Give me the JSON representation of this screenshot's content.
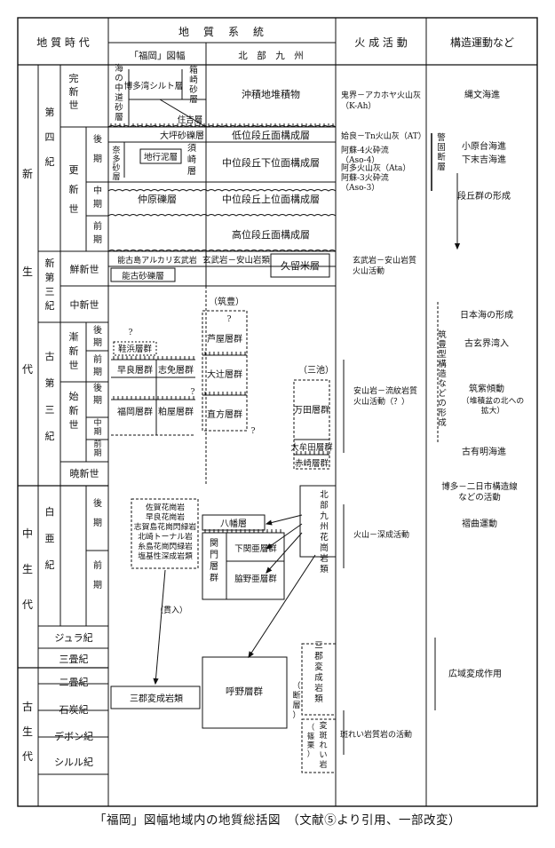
{
  "header": {
    "era_col": "地 質 時 代",
    "strat_col": "地　質　系　統",
    "fukuoka": "「福岡」図幅",
    "kitakyushu": "北　部　九　州",
    "igneous": "火 成 活 動",
    "tectonic": "構造運動など"
  },
  "eras": {
    "cenozoic": "新生代",
    "mesozoic": "中生代",
    "paleozoic": "古生代"
  },
  "periods": {
    "quaternary": "第四紀",
    "neogene": "新第三紀",
    "paleogene": "古第三紀",
    "cretaceous": "白亜紀",
    "jurassic": "ジュラ紀",
    "triassic": "三畳紀",
    "permian": "二畳紀",
    "carboniferous": "石炭紀",
    "devonian": "デボン紀",
    "silurian": "シルル紀"
  },
  "epochs": {
    "holocene": "完新世",
    "pleistocene": "更新世",
    "late": "後期",
    "middle": "中期",
    "early": "前期",
    "pliocene": "鮮新世",
    "miocene": "中新世",
    "oligocene": "漸新世",
    "eocene": "始新世",
    "paleocene": "暁新世"
  },
  "units": {
    "umi_naka": "海の中道砂層",
    "hakata_silt": "博多湾シルト層",
    "hakozaki": "箱崎砂層",
    "sumiyoshi": "住吉層",
    "oosaka_gravel": "大坪砂礫層",
    "nata": "奈多砂層",
    "chigyo": "地行泥層",
    "suzaki": "須崎層",
    "nakabaru": "仲原礫層",
    "alluvium": "沖積地堆積物",
    "low_terrace": "低位段丘面構成層",
    "mid_lower": "中位段丘下位面構成層",
    "mid_upper": "中位段丘上位面構成層",
    "high_terrace": "高位段丘面構成層",
    "nokonoshima_basalt": "能古島アルカリ玄武岩",
    "nokonoshima_gravel": "能古砂礫層",
    "genbu_andesite": "玄武岩－安山岩類",
    "kurume": "久留米層",
    "chikuho": "（筑豊）",
    "ashiya": "芦屋層群",
    "sasebo": "鞋浜層群",
    "sawara": "早良層群",
    "shime": "志免層群",
    "otsuji": "大辻層群",
    "fukuoka_g": "福岡層群",
    "kasuya": "粕屋層群",
    "nogata": "直方層群",
    "miike": "（三池）",
    "manda": "万田層群",
    "omuta": "大牟田層群",
    "akasaki": "赤崎層群",
    "granite_fuk": "佐賀花崗岩\n早良花崗岩\n志賀島花崗閃緑岩\n北崎トーナル岩\n糸島花崗閃緑岩\n塩基性深成岩類",
    "yahata": "八幡層",
    "kanmon": "関門層群",
    "shimonoseki": "下関亜層群",
    "wakino": "脇野亜層群",
    "kyushu_granite": "北部九州花崗岩類",
    "sangun_rocks": "三郡変成岩類",
    "yobuno": "呼野層群",
    "sangun_meta": "三郡変成岩類",
    "serpentinite": "変斑れい岩",
    "fault_label": "（断層）",
    "intrusion": "（貫入）",
    "sasaguri": "（篠栗）"
  },
  "igneous": {
    "kikai": "鬼界－アカホヤ火山灰\n（K-Ah）",
    "aira": "姶良－Tn火山灰（AT）",
    "aso4": "阿蘇-4火砕流\n（Aso-4）",
    "ata": "阿多火山灰（Ata）",
    "aso3": "阿蘇-3火砕流\n（Aso-3）",
    "basalt": "玄武岩－安山岩質\n火山活動",
    "andesite_dacite": "安山岩－流紋岩質\n火山活動（？）",
    "plutonic": "火山－深成活動",
    "gabbro": "斑れい岩質岩の活動"
  },
  "tectonic": {
    "jomon": "縄文海進",
    "keigo_fault": "警固断層",
    "obara": "小原台海進",
    "shimosue": "下末吉海進",
    "terrace": "段丘群の形成",
    "japan_sea": "日本海の形成",
    "genkai": "古玄界湾入",
    "chikuho_struct": "筑豊型構造などの形成",
    "chikushi": "筑紫傾動",
    "chikushi_sub": "（堆積盆の北への\n拡大）",
    "ariake": "古有明海進",
    "hakata_line": "博多－二日市構造線\nなどの活動",
    "orogeny": "褶曲運動",
    "regional_meta": "広域変成作用"
  },
  "misc": {
    "q": "?",
    "caption": "「福岡」図幅地域内の地質総括図　（文献⑤より引用、一部改変）"
  }
}
